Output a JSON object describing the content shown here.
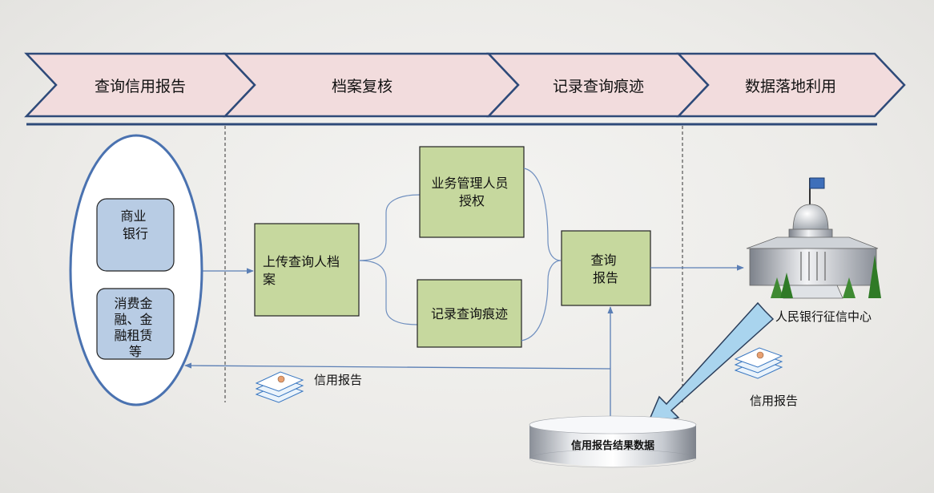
{
  "phases": [
    {
      "label": "查询信用报告"
    },
    {
      "label": "档案复核"
    },
    {
      "label": "记录查询痕迹"
    },
    {
      "label": "数据落地利用"
    }
  ],
  "institutions": {
    "commercial_bank": [
      "商业",
      "银行"
    ],
    "consumer_finance": [
      "消费金",
      "融、金",
      "融租赁",
      "等"
    ]
  },
  "steps": {
    "upload": [
      "上传查询人档",
      "案"
    ],
    "authorize": [
      "业务管理人员",
      "授权"
    ],
    "record_trace": [
      "记录查询痕迹"
    ],
    "query_report": [
      "查询",
      "报告"
    ]
  },
  "pboc_center": "人民银行征信中心",
  "credit_report_left": "信用报告",
  "credit_report_right": "信用报告",
  "database_label": "信用报告结果数据",
  "colors": {
    "phase_fill": "#f2dcdd",
    "phase_stroke": "#2e4a79",
    "green_box": "#c6d89e",
    "blue_box": "#b8cce4",
    "ellipse_stroke": "#4a72b0",
    "connector": "#6f8fbf",
    "big_arrow": "#a9d4ee"
  }
}
